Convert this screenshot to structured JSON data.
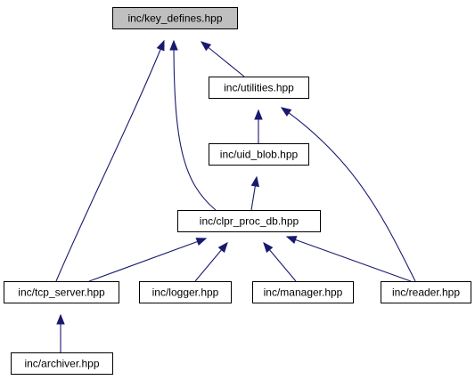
{
  "graph": {
    "nodes": [
      {
        "id": "key_defines",
        "label": "inc/key_defines.hpp",
        "highlighted": true
      },
      {
        "id": "utilities",
        "label": "inc/utilities.hpp",
        "highlighted": false
      },
      {
        "id": "uid_blob",
        "label": "inc/uid_blob.hpp",
        "highlighted": false
      },
      {
        "id": "clpr_proc_db",
        "label": "inc/clpr_proc_db.hpp",
        "highlighted": false
      },
      {
        "id": "tcp_server",
        "label": "inc/tcp_server.hpp",
        "highlighted": false
      },
      {
        "id": "logger",
        "label": "inc/logger.hpp",
        "highlighted": false
      },
      {
        "id": "manager",
        "label": "inc/manager.hpp",
        "highlighted": false
      },
      {
        "id": "reader",
        "label": "inc/reader.hpp",
        "highlighted": false
      },
      {
        "id": "archiver",
        "label": "inc/archiver.hpp",
        "highlighted": false
      }
    ],
    "edges": [
      {
        "from": "utilities",
        "to": "key_defines"
      },
      {
        "from": "clpr_proc_db",
        "to": "key_defines"
      },
      {
        "from": "tcp_server",
        "to": "key_defines"
      },
      {
        "from": "uid_blob",
        "to": "utilities"
      },
      {
        "from": "reader",
        "to": "utilities"
      },
      {
        "from": "clpr_proc_db",
        "to": "uid_blob"
      },
      {
        "from": "tcp_server",
        "to": "clpr_proc_db"
      },
      {
        "from": "logger",
        "to": "clpr_proc_db"
      },
      {
        "from": "manager",
        "to": "clpr_proc_db"
      },
      {
        "from": "reader",
        "to": "clpr_proc_db"
      },
      {
        "from": "archiver",
        "to": "tcp_server"
      }
    ],
    "colors": {
      "edge": "#191970",
      "node_fill": "#ffffff",
      "highlight_fill": "#bfbfbf",
      "border": "#000000"
    }
  }
}
